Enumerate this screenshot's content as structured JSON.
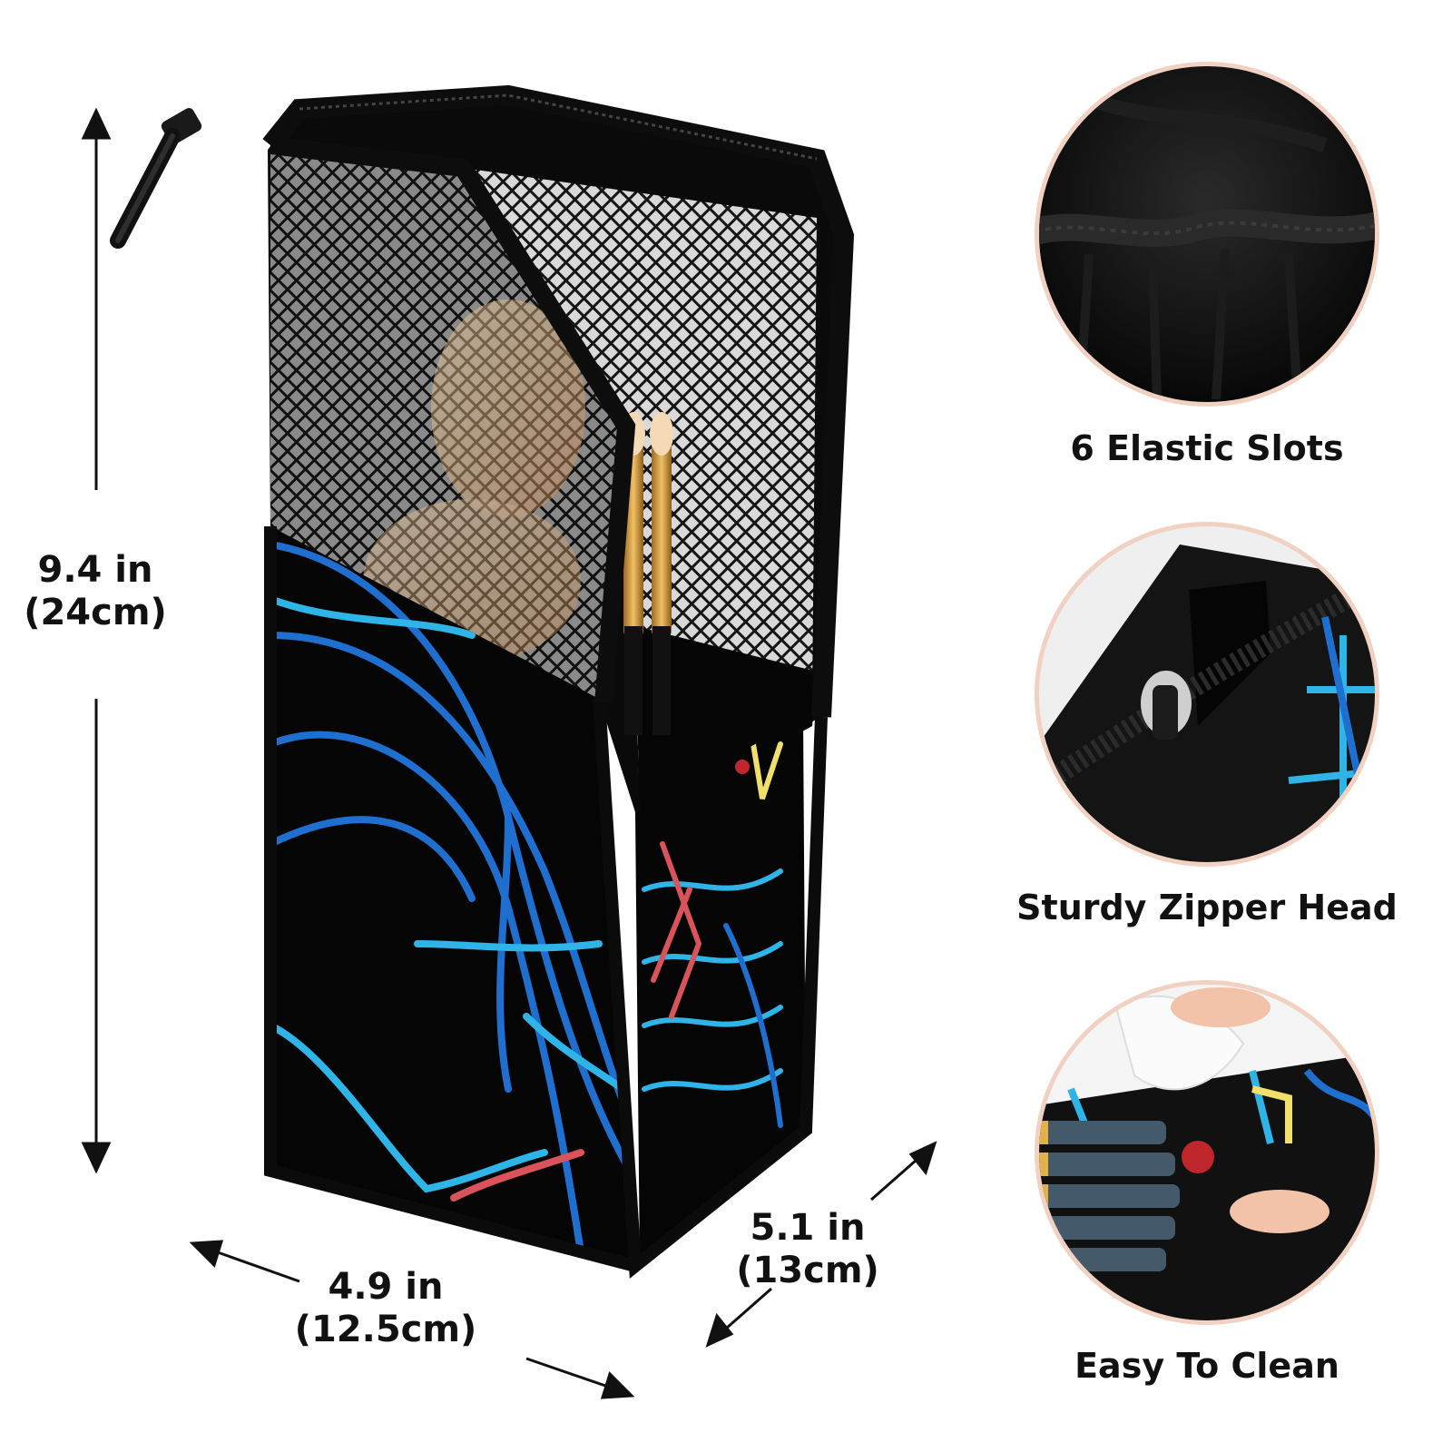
{
  "dimensions": {
    "height": {
      "imperial": "9.4 in",
      "metric": "(24cm)"
    },
    "width": {
      "imperial": "4.9 in",
      "metric": "(12.5cm)"
    },
    "depth": {
      "imperial": "5.1 in",
      "metric": "(13cm)"
    }
  },
  "features": [
    {
      "label": "6 Elastic Slots",
      "icon": "elastic-slots-photo"
    },
    {
      "label": "Sturdy Zipper Head",
      "icon": "zipper-head-photo"
    },
    {
      "label": "Easy To Clean",
      "icon": "cleaning-photo"
    }
  ],
  "colors": {
    "bag_body": "#050505",
    "mesh": "#1b1b1b",
    "pattern_blue": "#1f6fd1",
    "pattern_cyan": "#2fb4e8",
    "pattern_red": "#d9535b",
    "pattern_yellow": "#f0e06a",
    "circle_ring": "#f1d2c2"
  }
}
